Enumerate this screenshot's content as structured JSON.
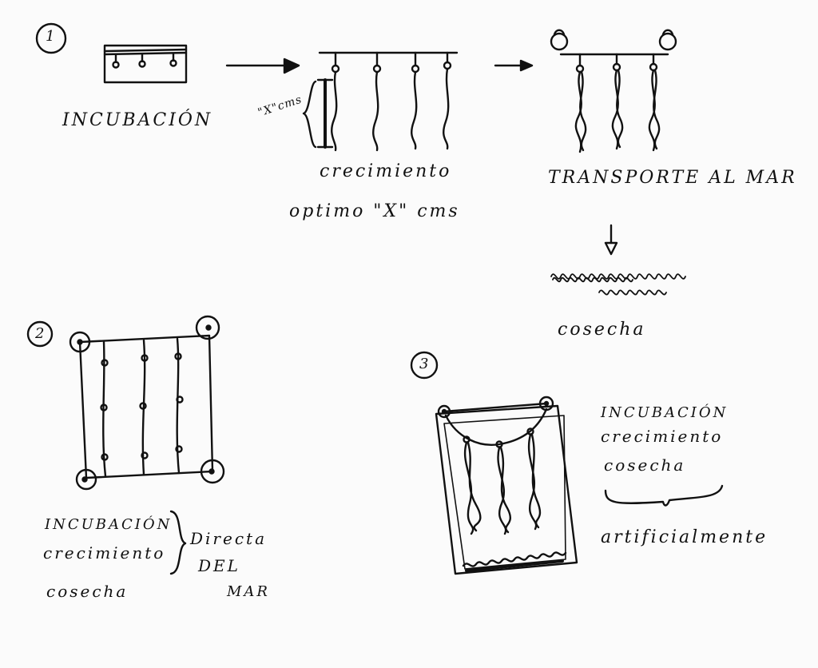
{
  "steps": {
    "step1": {
      "number": "1",
      "incubacion": "INCUBACIÓN",
      "x_cms_label": "\"X\"cms",
      "crecimiento_line1": "crecimiento",
      "crecimiento_line2": "optimo \"X\" cms",
      "transporte": "TRANSPORTE AL MAR",
      "cosecha": "cosecha"
    },
    "step2": {
      "number": "2",
      "line1": "INCUBACIÓN",
      "line2": "crecimiento",
      "line3": "cosecha",
      "bracket_line1": "Directa",
      "bracket_line2": "DEL",
      "bracket_line3": "MAR"
    },
    "step3": {
      "number": "3",
      "line1": "INCUBACIÓN",
      "line2": "crecimiento",
      "line3": "cosecha",
      "bracket_label": "artificialmente"
    }
  },
  "colors": {
    "ink": "#111111",
    "paper": "#fbfbfb"
  }
}
